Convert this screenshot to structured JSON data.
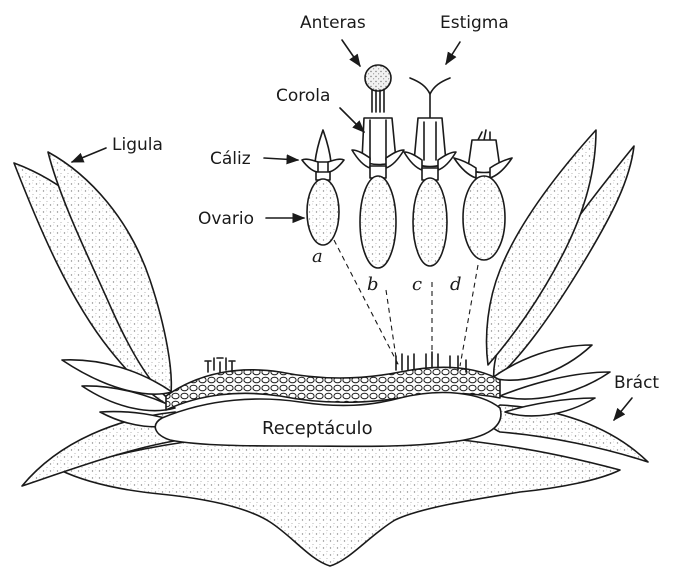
{
  "labels": {
    "anteras": "Anteras",
    "estigma": "Estigma",
    "corola": "Corola",
    "ligula": "Ligula",
    "caliz": "Cáliz",
    "ovario": "Ovario",
    "receptaculo": "Receptáculo",
    "bract": "Bráct",
    "a": "a",
    "b": "b",
    "c": "c",
    "d": "d"
  },
  "colors": {
    "ink": "#1a1a1a",
    "stipple": "#bfbfbf",
    "paper": "#ffffff"
  }
}
